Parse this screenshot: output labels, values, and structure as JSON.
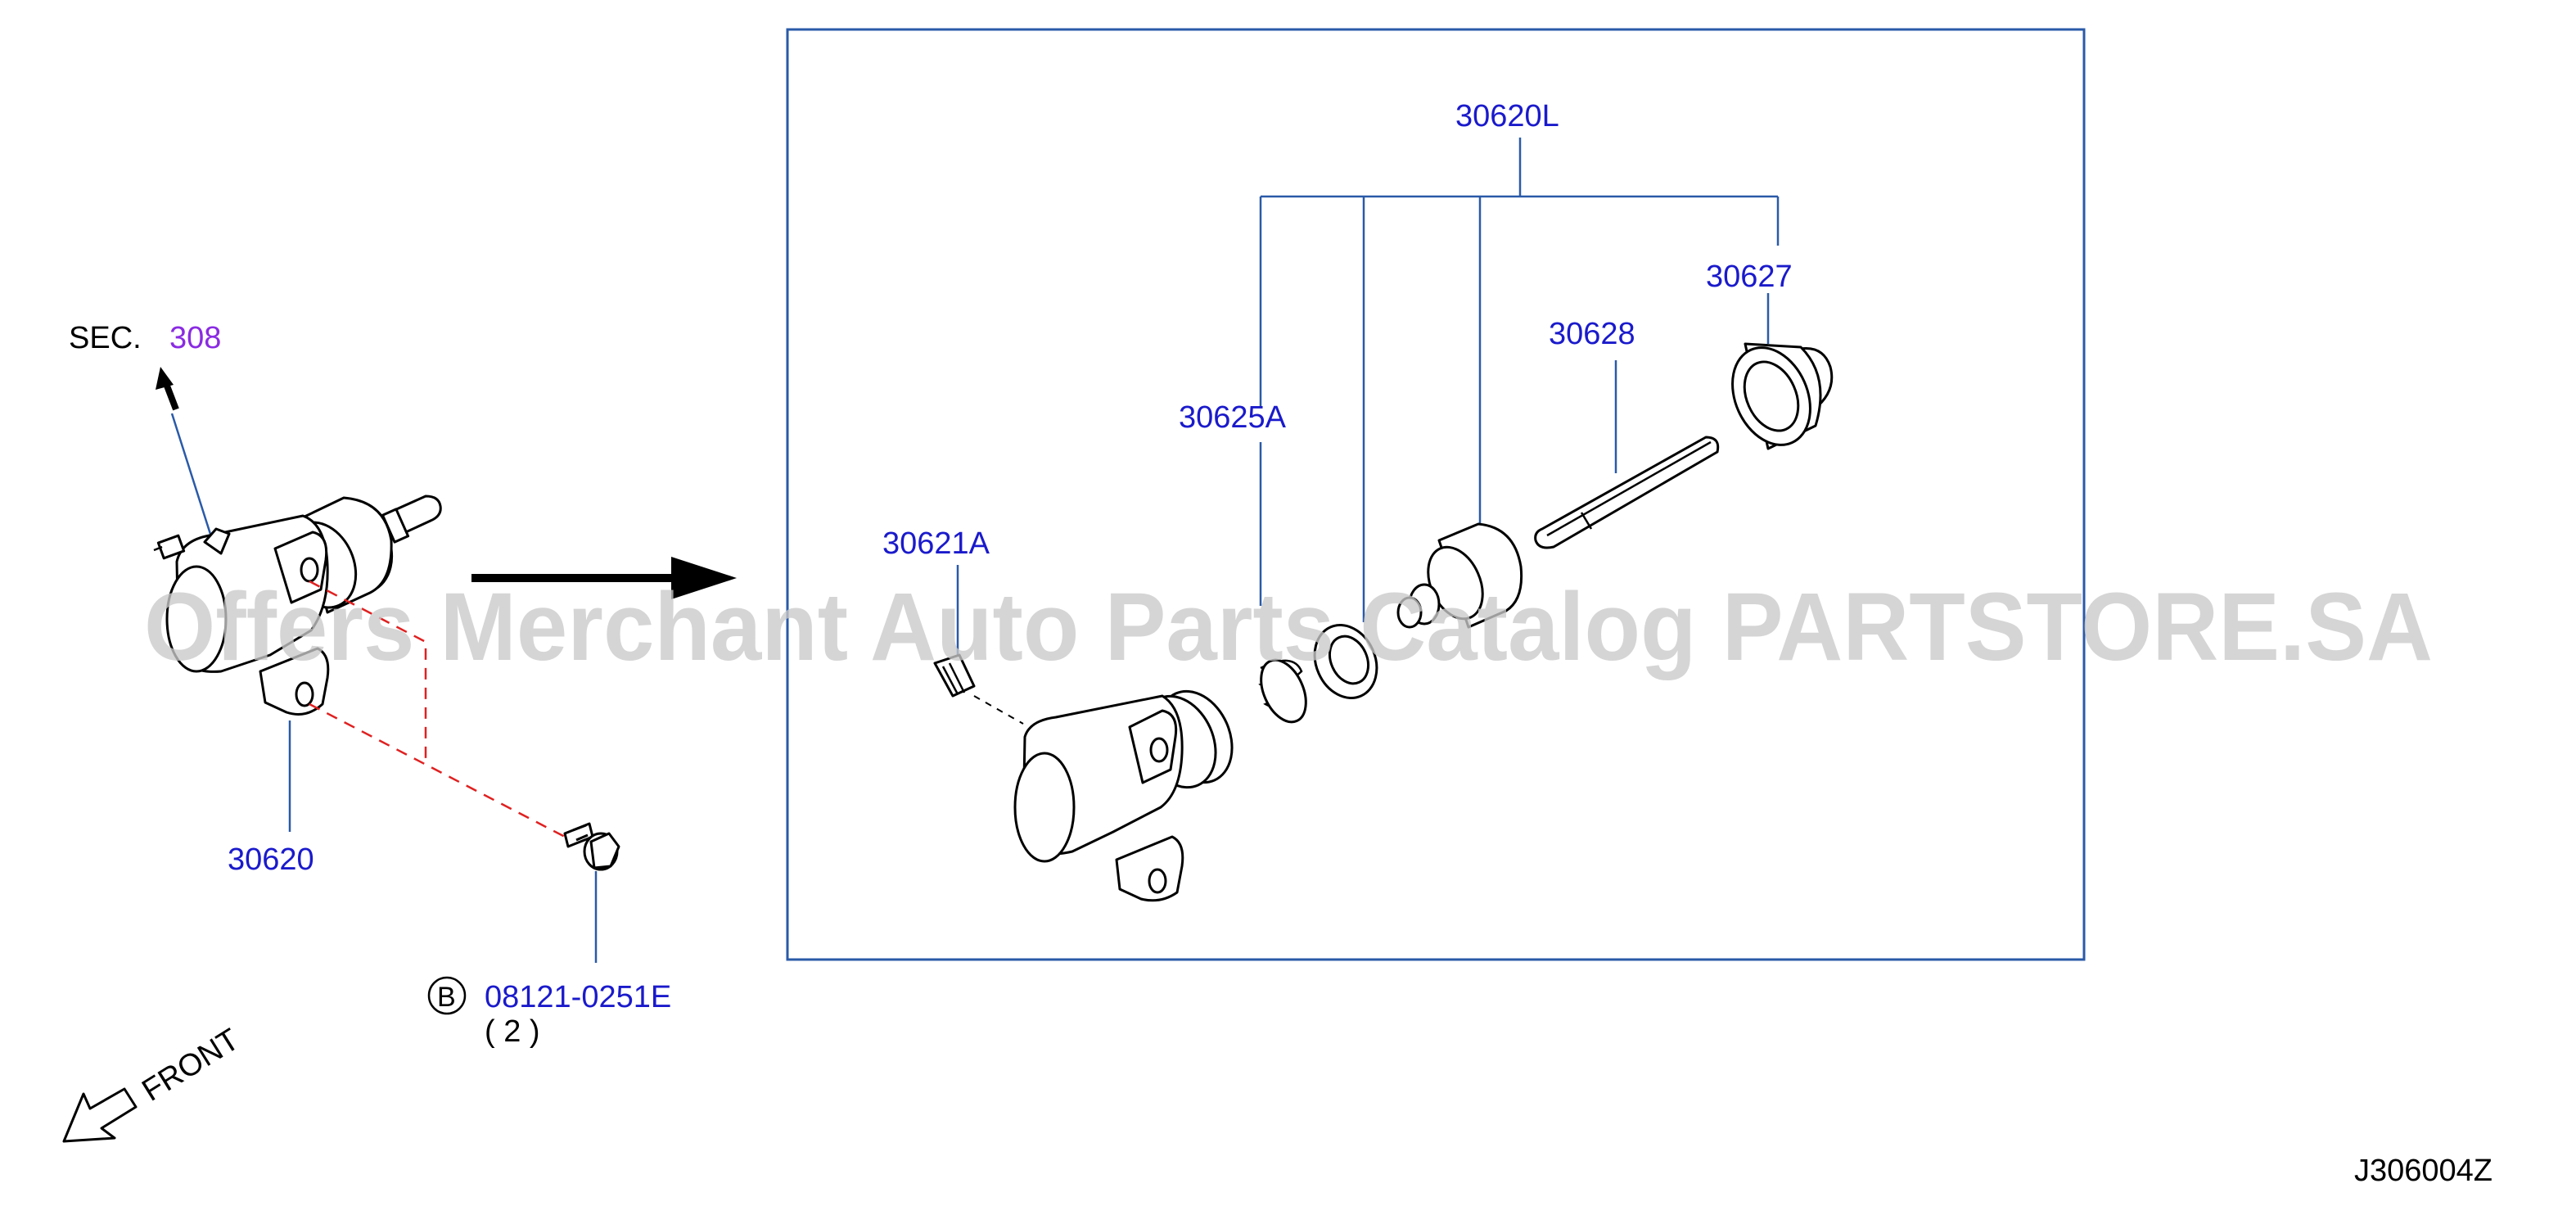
{
  "diagram": {
    "section_prefix": "SEC.",
    "section_ref": "308",
    "parts": {
      "operating_cylinder": "30620",
      "kit": "30620L",
      "bleeder": "30621A",
      "piston_spring": "30625A",
      "push_rod": "30628",
      "dust_cover": "30627"
    },
    "bolt": {
      "circle_letter": "B",
      "part_no": "08121-0251E",
      "quantity": "( 2 )"
    },
    "direction_label": "FRONT",
    "figure_code": "J306004Z",
    "watermark": "Offers Merchant Auto Parts Catalog PARTSTORE.SA"
  }
}
